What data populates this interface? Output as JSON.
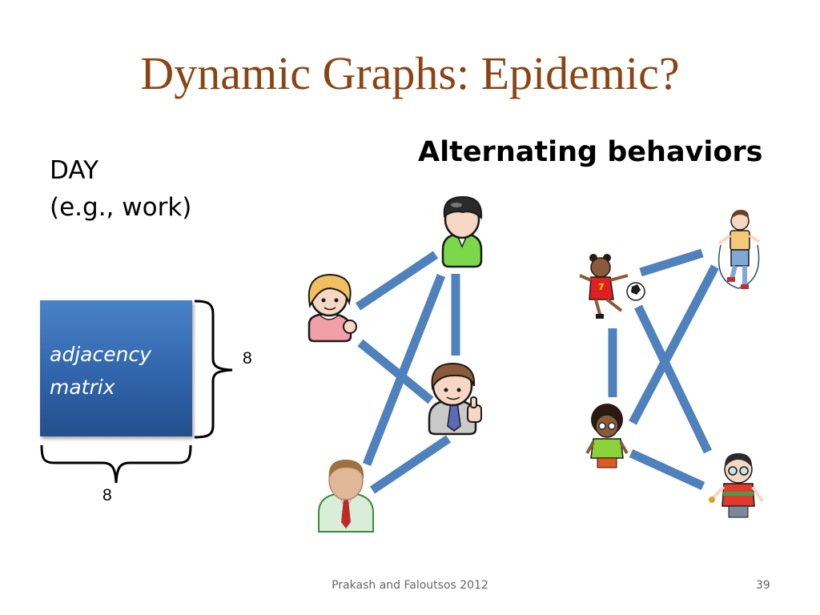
{
  "slide": {
    "title": "Dynamic Graphs: Epidemic?",
    "day_label_line1": "DAY",
    "day_label_line2": "(e.g., work)",
    "subtitle": "Alternating behaviors",
    "matrix": {
      "label_line1": "adjacency",
      "label_line2": "matrix",
      "rows": "8",
      "cols": "8"
    },
    "footer": "Prakash and Faloutsos 2012",
    "page_number": "39"
  },
  "colors": {
    "title": "#8B4513",
    "edge": "#4f81bd",
    "matrix_fill": "#3a6fb5",
    "footer": "#666666"
  },
  "graph_work": {
    "nodes": [
      {
        "id": "man-black-hair",
        "icon": "man-black-hair-icon"
      },
      {
        "id": "woman-blonde",
        "icon": "woman-blonde-icon"
      },
      {
        "id": "man-thumbs-up",
        "icon": "man-thumbs-up-icon"
      },
      {
        "id": "businessman",
        "icon": "businessman-icon"
      }
    ]
  },
  "graph_kids": {
    "nodes": [
      {
        "id": "girl-soccer",
        "icon": "girl-soccer-icon"
      },
      {
        "id": "boy-jump-rope",
        "icon": "boy-jump-rope-icon"
      },
      {
        "id": "girl-curly",
        "icon": "girl-curly-icon"
      },
      {
        "id": "boy-glasses",
        "icon": "boy-glasses-icon"
      }
    ]
  }
}
